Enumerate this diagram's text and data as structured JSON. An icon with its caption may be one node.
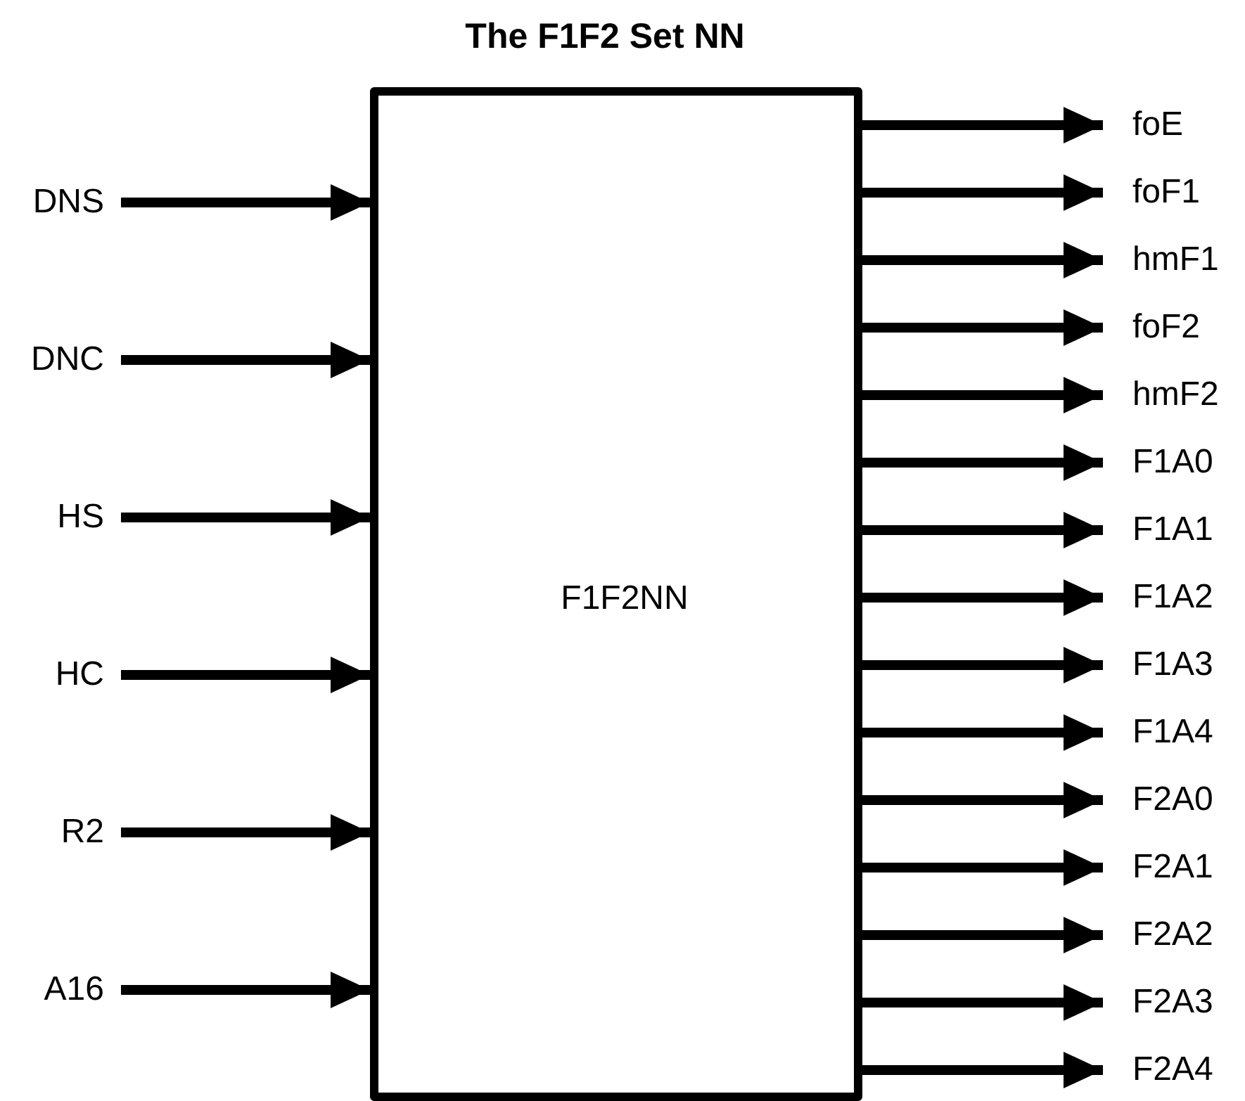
{
  "diagram": {
    "title": "The F1F2 Set NN",
    "nodes": [
      {
        "text": [
          "F1F2NN"
        ]
      },
      {
        "text": [
          "DNS"
        ]
      },
      {
        "text": [
          "DNC"
        ]
      },
      {
        "text": [
          "HS"
        ]
      },
      {
        "text": [
          "HC"
        ]
      },
      {
        "text": [
          "R2"
        ]
      },
      {
        "text": [
          "A16"
        ]
      },
      {
        "text": [
          "foE"
        ]
      },
      {
        "text": [
          "foF1"
        ]
      },
      {
        "text": [
          "hmF1"
        ]
      },
      {
        "text": [
          "foF2"
        ]
      },
      {
        "text": [
          "hmF2"
        ]
      },
      {
        "text": [
          "F1A0"
        ]
      },
      {
        "text": [
          "F1A1"
        ]
      },
      {
        "text": [
          "F1A2"
        ]
      },
      {
        "text": [
          "F1A3"
        ]
      },
      {
        "text": [
          "F1A4"
        ]
      },
      {
        "text": [
          "F2A0"
        ]
      },
      {
        "text": [
          "F2A1"
        ]
      },
      {
        "text": [
          "F2A2"
        ]
      },
      {
        "text": [
          "F2A3"
        ]
      },
      {
        "text": [
          "F2A4"
        ]
      }
    ],
    "edges": [
      {
        "from": 1,
        "to": 0,
        "arrow": "to"
      },
      {
        "from": 2,
        "to": 0,
        "arrow": "to"
      },
      {
        "from": 3,
        "to": 0,
        "arrow": "to"
      },
      {
        "from": 4,
        "to": 0,
        "arrow": "to"
      },
      {
        "from": 5,
        "to": 0,
        "arrow": "to"
      },
      {
        "from": 6,
        "to": 0,
        "arrow": "to"
      },
      {
        "from": 0,
        "to": 7,
        "arrow": "to"
      },
      {
        "from": 0,
        "to": 8,
        "arrow": "to"
      },
      {
        "from": 0,
        "to": 9,
        "arrow": "to"
      },
      {
        "from": 0,
        "to": 10,
        "arrow": "to"
      },
      {
        "from": 0,
        "to": 11,
        "arrow": "to"
      },
      {
        "from": 0,
        "to": 12,
        "arrow": "to"
      },
      {
        "from": 0,
        "to": 13,
        "arrow": "to"
      },
      {
        "from": 0,
        "to": 14,
        "arrow": "to"
      },
      {
        "from": 0,
        "to": 15,
        "arrow": "to"
      },
      {
        "from": 0,
        "to": 16,
        "arrow": "to"
      },
      {
        "from": 0,
        "to": 17,
        "arrow": "to"
      },
      {
        "from": 0,
        "to": 18,
        "arrow": "to"
      },
      {
        "from": 0,
        "to": 19,
        "arrow": "to"
      },
      {
        "from": 0,
        "to": 20,
        "arrow": "to"
      },
      {
        "from": 0,
        "to": 21,
        "arrow": "to"
      }
    ]
  }
}
